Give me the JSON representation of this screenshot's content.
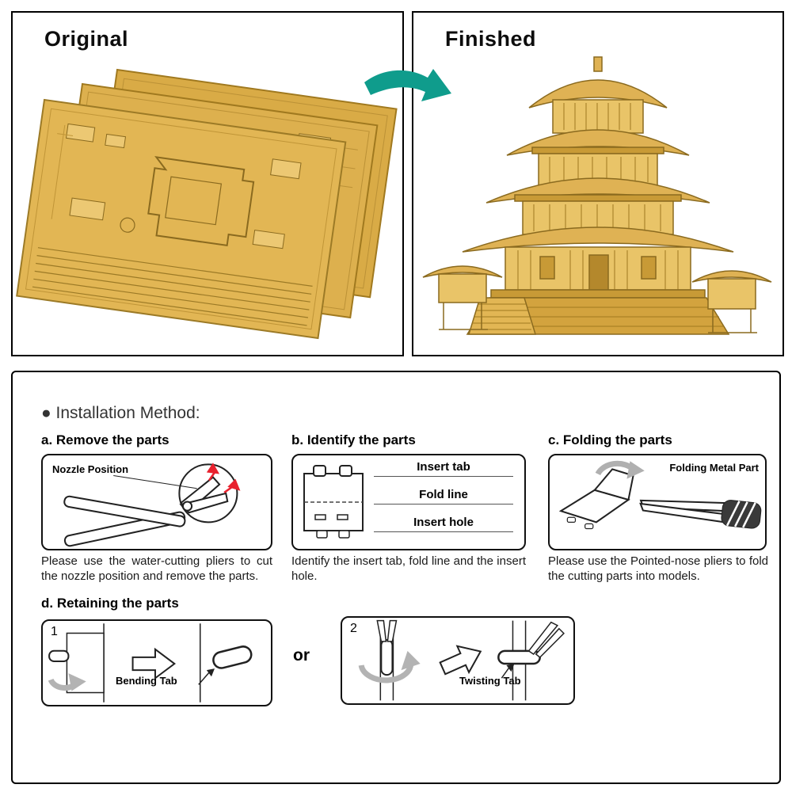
{
  "colors": {
    "gold": "#e2b654",
    "gold_dark": "#8a6a1f",
    "arrow_green": "#0f9c8c",
    "accent_red": "#e8212e"
  },
  "panels": {
    "original": {
      "title": "Original"
    },
    "finished": {
      "title": "Finished"
    }
  },
  "instructions": {
    "header": "● Installation Method:",
    "steps": [
      {
        "label": "a. Remove the parts",
        "callout": "Nozzle Position",
        "description": "Please use the water-cutting pliers to cut the nozzle position and remove the parts."
      },
      {
        "label": "b. Identify the parts",
        "callouts": [
          "Insert tab",
          "Fold line",
          "Insert hole"
        ],
        "description": "Identify the insert tab, fold line and the insert hole."
      },
      {
        "label": "c. Folding the parts",
        "callout": "Folding Metal Part",
        "description": "Please use the Pointed-nose pliers to fold the cutting parts into models."
      },
      {
        "label": "d. Retaining the parts",
        "separator": "or",
        "options": [
          {
            "number": "1",
            "callout": "Bending Tab"
          },
          {
            "number": "2",
            "callout": "Twisting Tab"
          }
        ]
      }
    ]
  }
}
